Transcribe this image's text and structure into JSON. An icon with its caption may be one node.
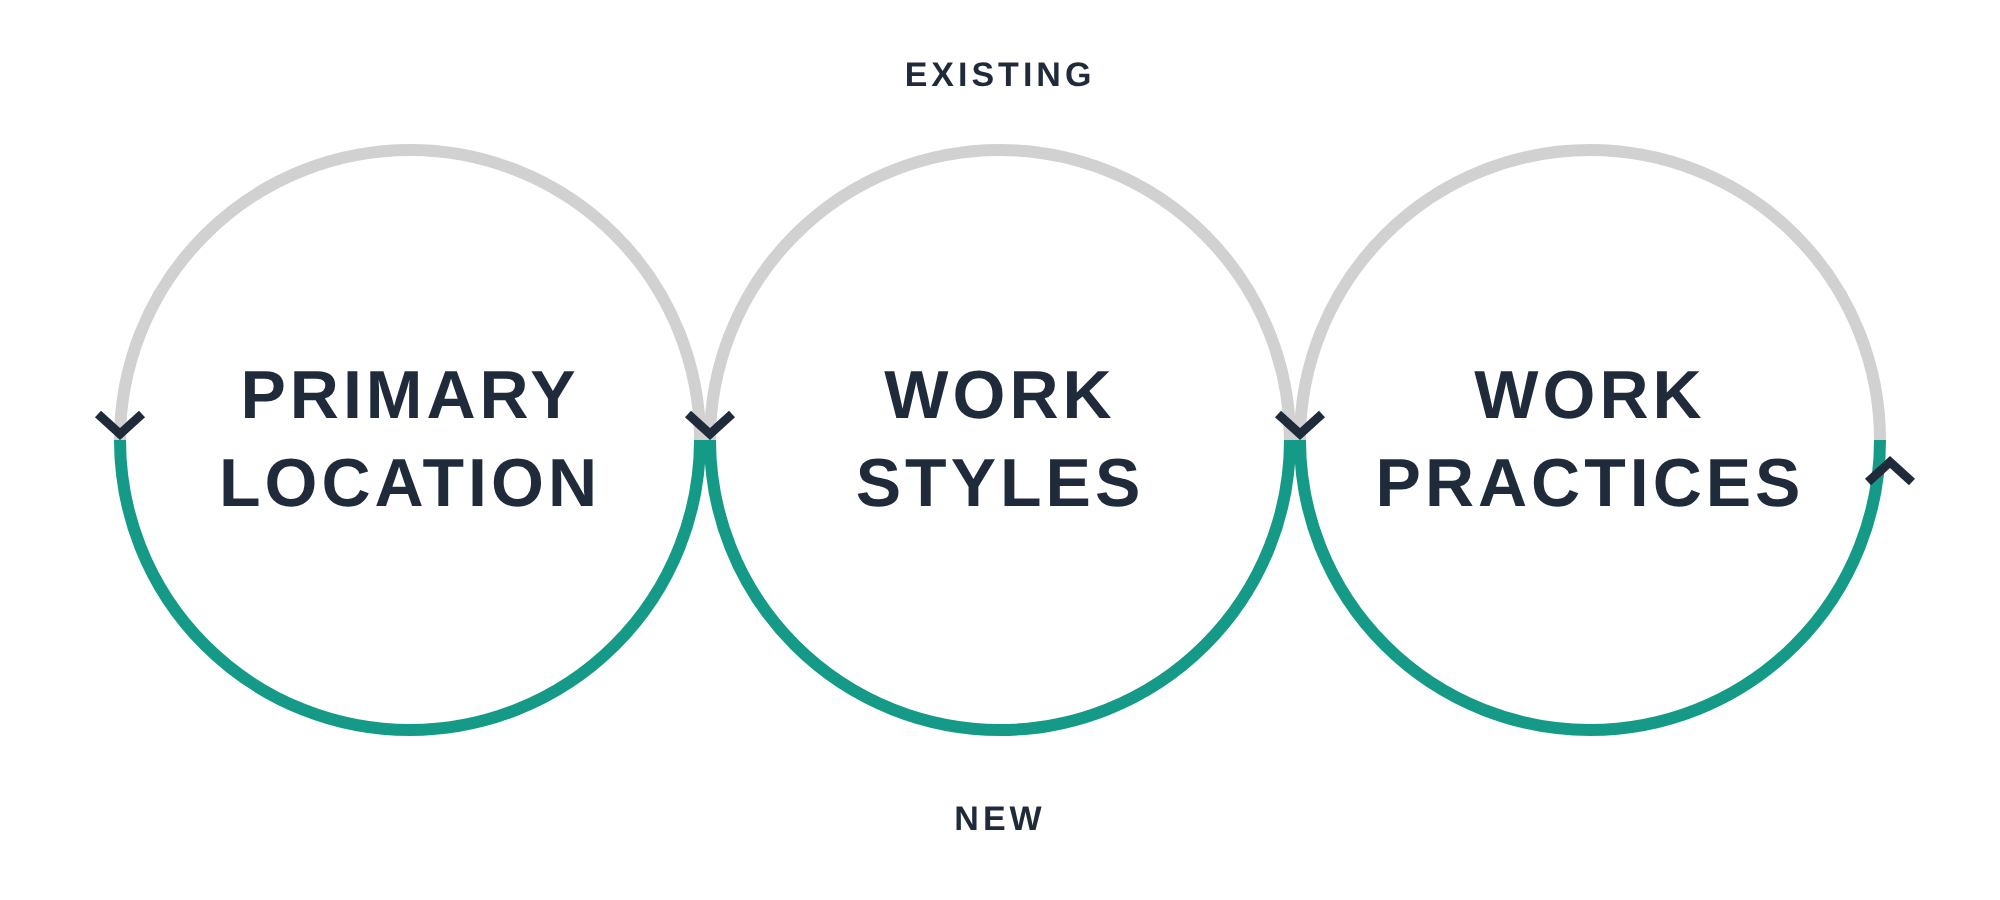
{
  "diagram": {
    "nodes": [
      {
        "text": [
          "PRIMARY LOCATION"
        ]
      },
      {
        "text": [
          "WORK STYLES"
        ]
      },
      {
        "text": [
          "WORK PRACTICES"
        ]
      }
    ],
    "labels": [
      "EXISTING",
      "NEW"
    ]
  }
}
